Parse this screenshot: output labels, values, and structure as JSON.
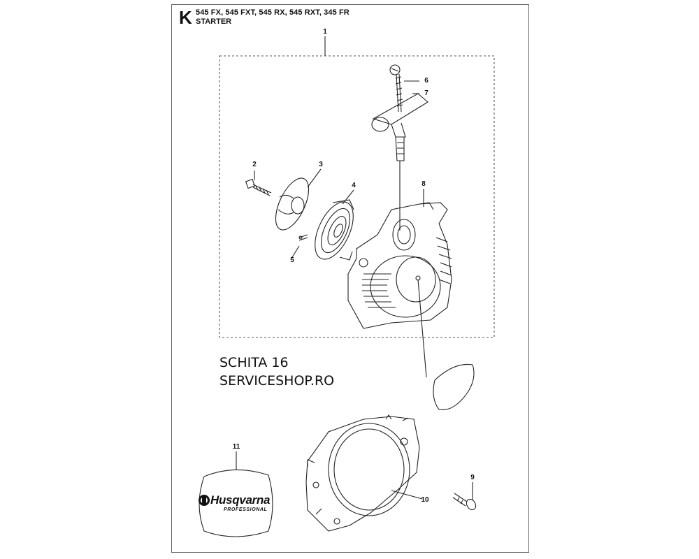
{
  "header": {
    "section_letter": "K",
    "models": "545 FX, 545 FXT, 545 RX, 545 RXT, 345 FR",
    "title": "STARTER"
  },
  "callouts": [
    "1",
    "2",
    "3",
    "4",
    "5",
    "6",
    "7",
    "8",
    "9",
    "10",
    "11"
  ],
  "watermark": {
    "line1": "SCHITA 16",
    "line2": "SERVICESHOP.RO"
  },
  "logo": {
    "brand": "Husqvarna",
    "sub": "PROFESSIONAL"
  },
  "colors": {
    "line": "#222222",
    "border": "#666666"
  }
}
